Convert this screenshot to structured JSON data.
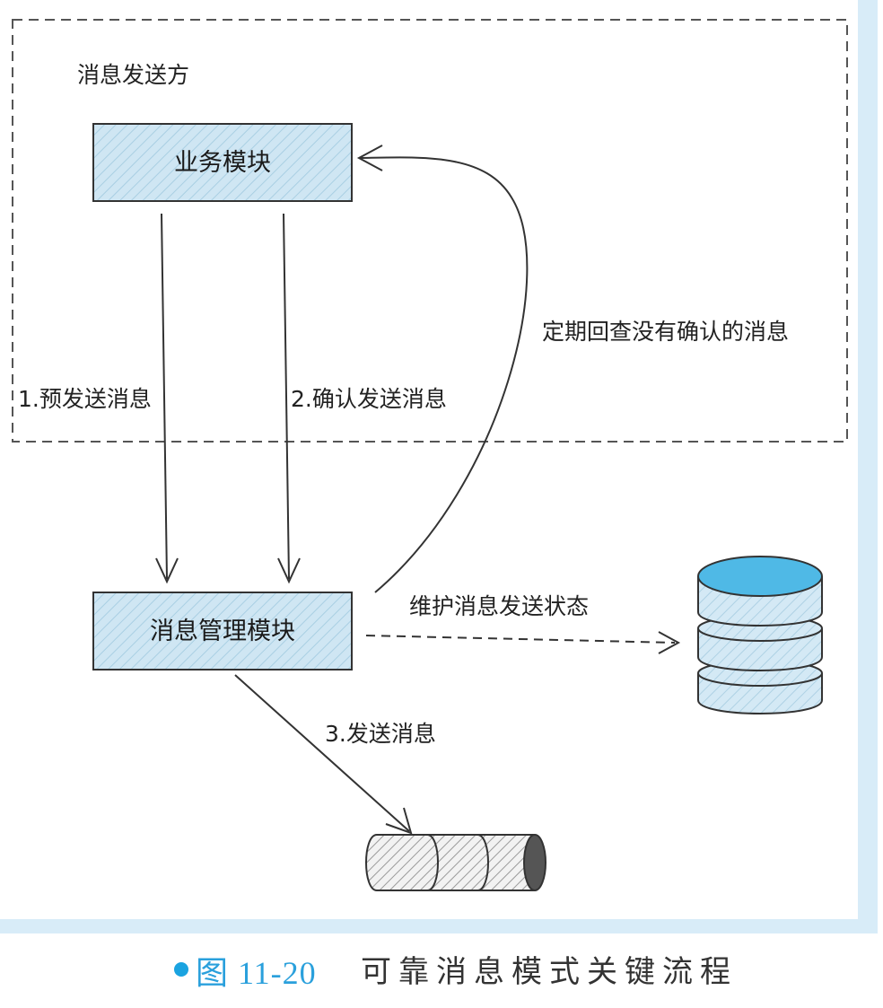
{
  "figure": {
    "container_label": "消息发送方",
    "business_module": "业务模块",
    "message_module": "消息管理模块",
    "arrow_presend": "1.预发送消息",
    "arrow_confirm": "2.确认发送消息",
    "arrow_check": "定期回查没有确认的消息",
    "arrow_maintain": "维护消息发送状态",
    "arrow_send": "3.发送消息",
    "database_icon": "database-icon",
    "queue_icon": "message-queue-icon"
  },
  "caption": {
    "number": "图 11-20",
    "title": "可靠消息模式关键流程"
  },
  "colors": {
    "box_fill": "#cfe6f3",
    "db_top": "#4fb9e6",
    "accent_bar": "#d8ecf8",
    "caption_blue": "#2aa0dc"
  }
}
